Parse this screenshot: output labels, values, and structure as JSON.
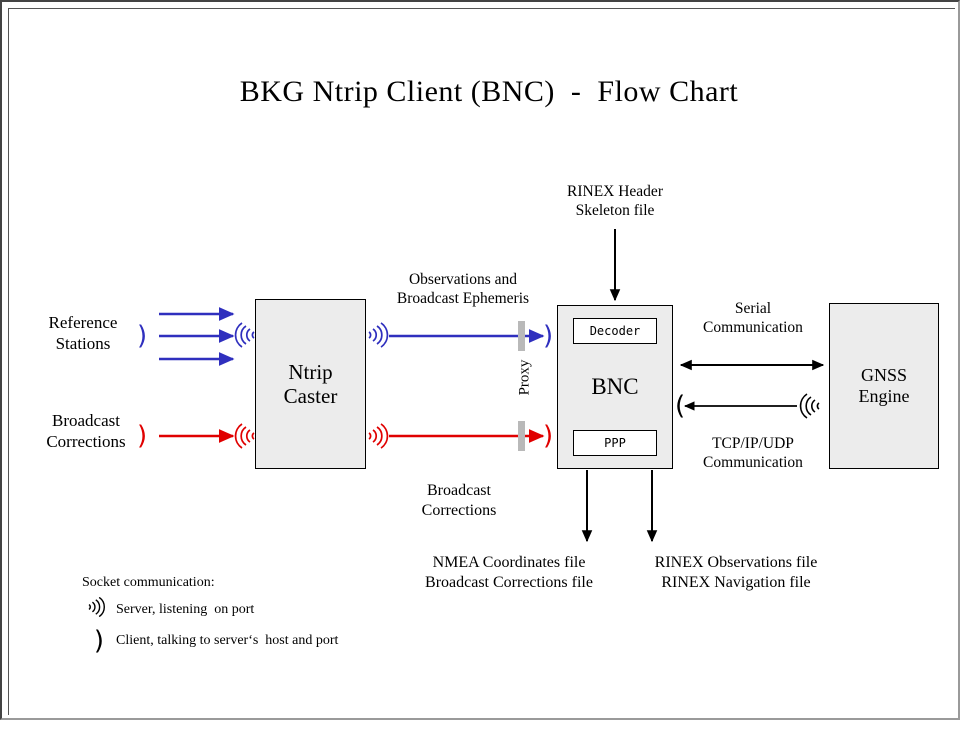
{
  "title": "BKG Ntrip Client (BNC)  -  Flow Chart",
  "boxes": {
    "caster": {
      "line1": "Ntrip",
      "line2": "Caster"
    },
    "bnc": {
      "title": "BNC",
      "decoder": "Decoder",
      "ppp": "PPP"
    },
    "gnss": {
      "line1": "GNSS",
      "line2": "Engine"
    }
  },
  "labels": {
    "reference_stations": "Reference\nStations",
    "broadcast_corrections_in": "Broadcast\nCorrections",
    "observations_ephemeris": "Observations and\nBroadcast Ephemeris",
    "broadcast_corrections_out": "Broadcast\nCorrections",
    "rinex_header": "RINEX Header\nSkeleton file",
    "proxy": "Proxy",
    "serial": "Serial\nCommunication",
    "tcpip": "TCP/IP/UDP\nCommunication",
    "output_left": "NMEA Coordinates file\nBroadcast Corrections file",
    "output_right": "RINEX Observations file\nRINEX Navigation file"
  },
  "legend": {
    "heading": "Socket communication:",
    "items": [
      {
        "glyph": "server-antenna-icon",
        "text": "Server, listening  on port"
      },
      {
        "glyph": "client-paren-icon",
        "text": "Client, talking to server‘s  host and port"
      }
    ]
  },
  "colors": {
    "blue": "#2f2fbe",
    "red": "#e00000",
    "black": "#000000",
    "box_fill": "#ececec",
    "proxy_bar": "#b9b9b9",
    "frame_dark": "#444444",
    "frame_light": "#9a9a9a"
  }
}
